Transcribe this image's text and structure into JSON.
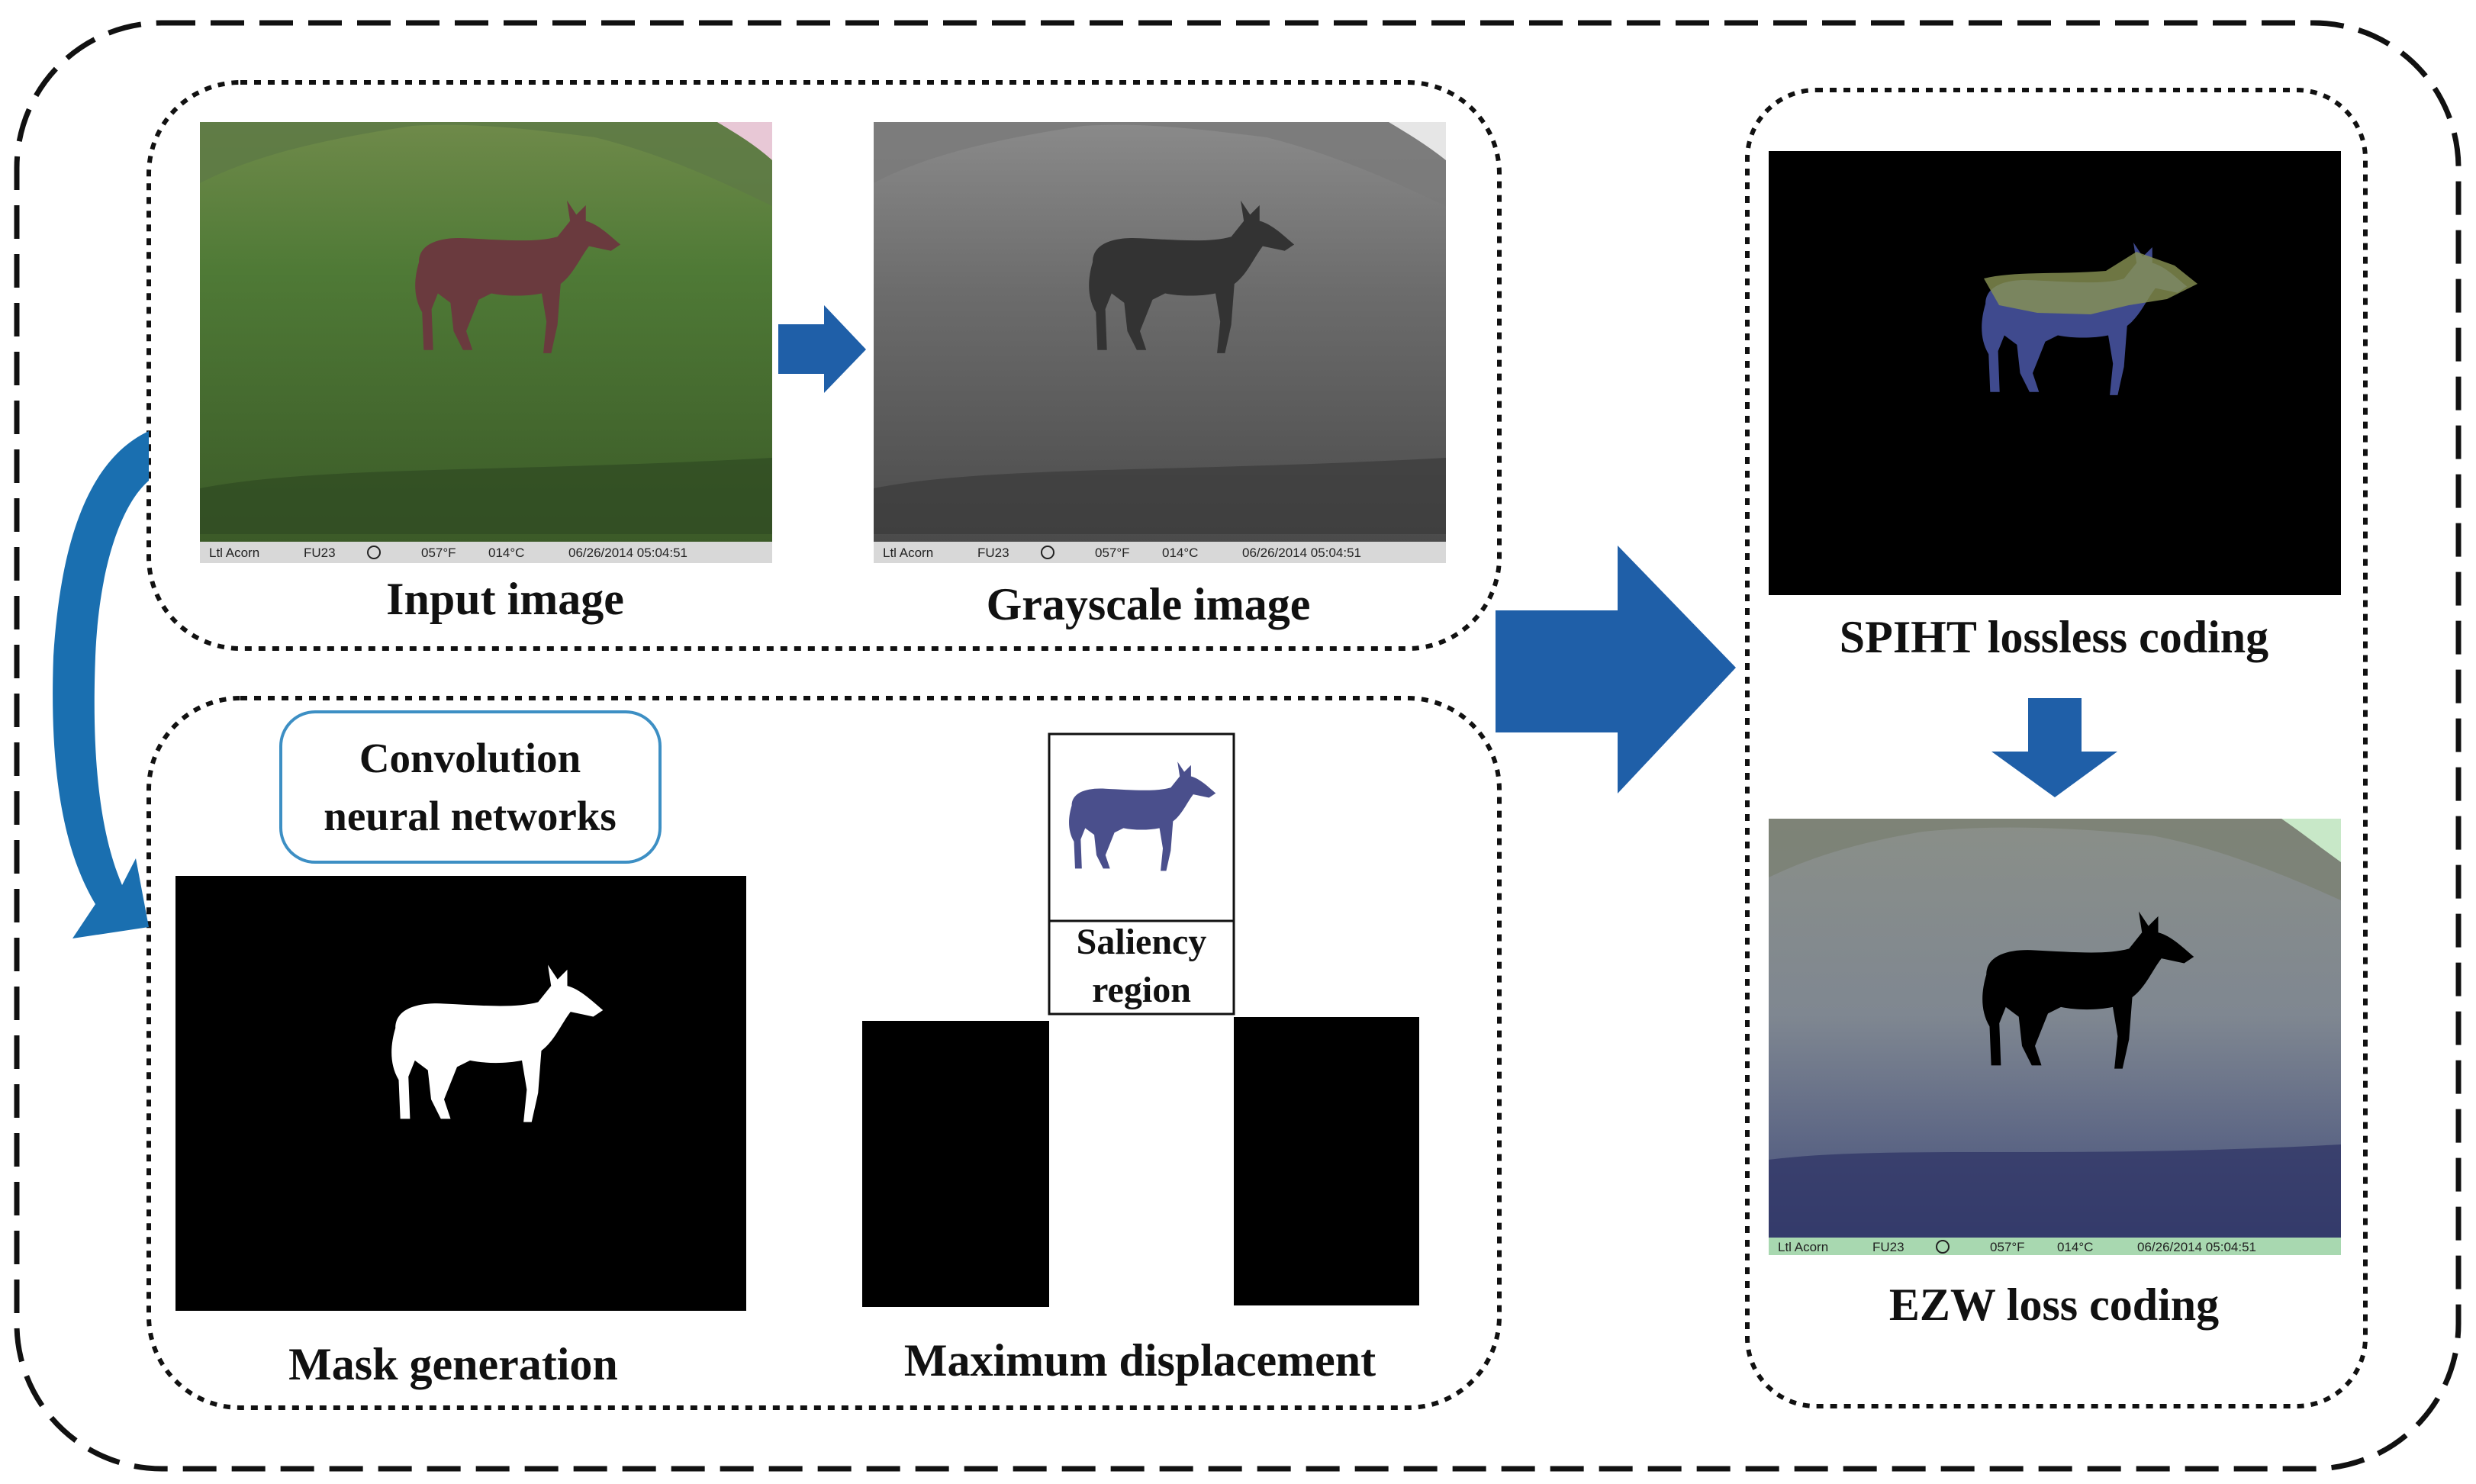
{
  "diagram": {
    "labels": {
      "input_image": "Input image",
      "grayscale_image": "Grayscale image",
      "cnn_line1": "Convolution",
      "cnn_line2": "neural networks",
      "saliency_line1": "Saliency",
      "saliency_line2": "region",
      "mask_generation": "Mask generation",
      "maximum_displacement": "Maximum displacement",
      "spiht": "SPIHT lossless coding",
      "ezw": "EZW loss coding"
    },
    "camera_stamp": {
      "brand": "Ltl Acorn",
      "camera_id": "FU23",
      "temp_f": "057°F",
      "temp_c": "014°C",
      "datetime": "06/26/2014 05:04:51"
    },
    "colors": {
      "arrow_blue": "#1f5fa8",
      "cnn_border": "#3d8fc4",
      "dashed_border": "#111111"
    }
  }
}
